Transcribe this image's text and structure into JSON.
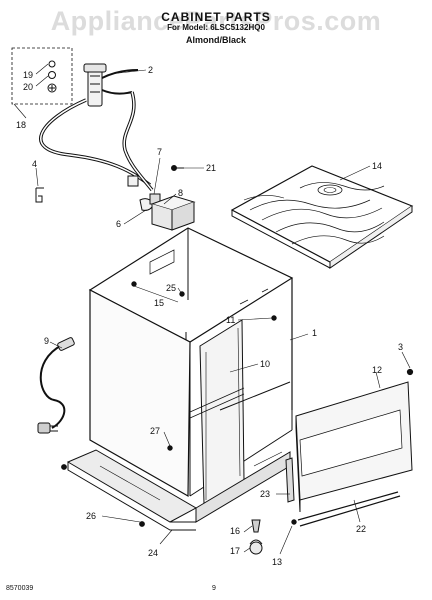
{
  "watermark": "AppliancePartsPros.com",
  "header": {
    "title": "CABINET PARTS",
    "model_line": "For Model: 6LSC5132HQ0",
    "color_line": "Almond/Black"
  },
  "callouts": [
    {
      "id": "c2",
      "text": "2"
    },
    {
      "id": "c19",
      "text": "19"
    },
    {
      "id": "c20",
      "text": "20"
    },
    {
      "id": "c18",
      "text": "18"
    },
    {
      "id": "c4",
      "text": "4"
    },
    {
      "id": "c7",
      "text": "7"
    },
    {
      "id": "c21",
      "text": "21"
    },
    {
      "id": "c8",
      "text": "8"
    },
    {
      "id": "c6",
      "text": "6"
    },
    {
      "id": "c14",
      "text": "14"
    },
    {
      "id": "c25",
      "text": "25"
    },
    {
      "id": "c15",
      "text": "15"
    },
    {
      "id": "c11",
      "text": "11"
    },
    {
      "id": "c1",
      "text": "1"
    },
    {
      "id": "c9",
      "text": "9"
    },
    {
      "id": "c10",
      "text": "10"
    },
    {
      "id": "c3",
      "text": "3"
    },
    {
      "id": "c12",
      "text": "12"
    },
    {
      "id": "c27",
      "text": "27"
    },
    {
      "id": "c26",
      "text": "26"
    },
    {
      "id": "c23",
      "text": "23"
    },
    {
      "id": "c16",
      "text": "16"
    },
    {
      "id": "c17",
      "text": "17"
    },
    {
      "id": "c24",
      "text": "24"
    },
    {
      "id": "c13",
      "text": "13"
    },
    {
      "id": "c22",
      "text": "22"
    }
  ],
  "footer": {
    "code": "8570039",
    "page": "9"
  }
}
